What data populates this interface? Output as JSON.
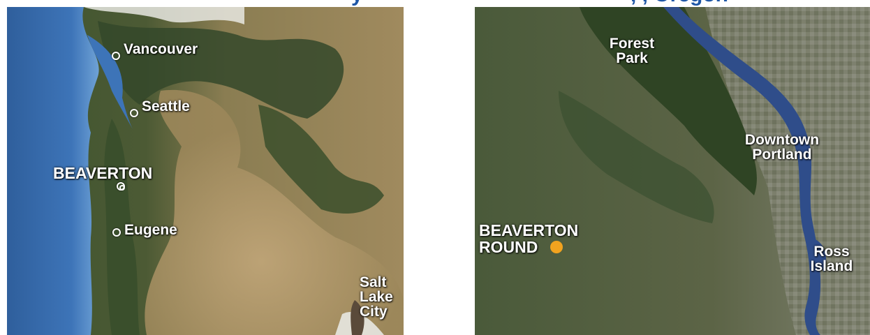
{
  "heading": {
    "left_fragment": "y",
    "right_fragment": ", , Oregon",
    "color": "#1f57a6"
  },
  "left_map": {
    "labels": {
      "vancouver": "Vancouver",
      "seattle": "Seattle",
      "beaverton": "BEAVERTON",
      "eugene": "Eugene",
      "salt_lake_city": "Salt Lake City"
    },
    "colors": {
      "ocean": "#3d74b8",
      "coast_shallow": "#6fa2d6",
      "forest": "#3a4f2c",
      "desert": "#b59c6d",
      "snow": "#e8e8e2"
    }
  },
  "right_map": {
    "labels": {
      "forest_park": "Forest Park",
      "downtown_portland": "Downtown Portland",
      "beaverton_round": "BEAVERTON ROUND",
      "ross_island": "Ross Island"
    },
    "colors": {
      "river": "#2f4d8a",
      "forest": "#2f4424",
      "urban": "#7d806e",
      "marker": "#f2a31f"
    },
    "marker_icon": "location-dot-icon"
  }
}
